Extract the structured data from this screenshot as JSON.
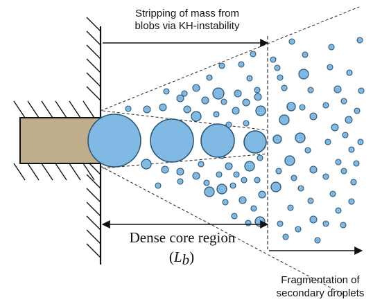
{
  "labels": {
    "stripping_line1": "Stripping of mass from",
    "stripping_line2": "blobs via KH-instability",
    "dense_core": "Dense core region",
    "lb_open": "(",
    "lb_var": "L",
    "lb_sub": "b",
    "lb_close": ")",
    "fragmentation_line1": "Fragmentation of",
    "fragmentation_line2": "secondary droplets"
  },
  "colors": {
    "droplet_fill": "#7fb9e4",
    "droplet_stroke": "#2d5572",
    "nozzle_fill": "#bfae8c",
    "line": "#111111"
  }
}
